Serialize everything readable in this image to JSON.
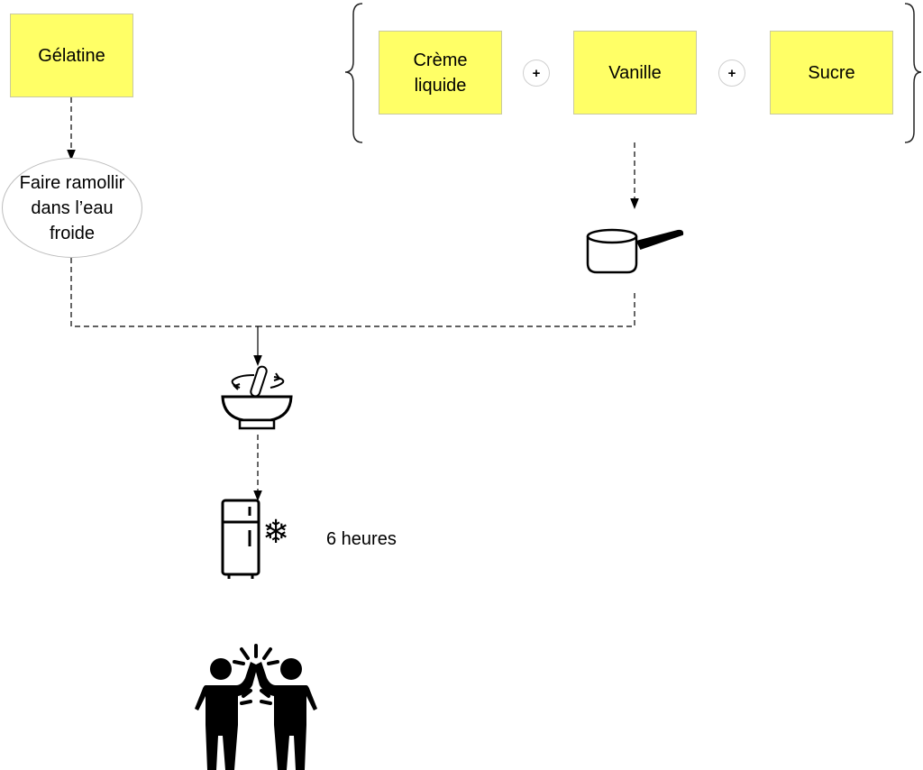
{
  "nodes": {
    "gelatine": "Gélatine",
    "ramollir": "Faire ramollir dans l’eau froide",
    "creme": "Crème liquide",
    "vanille": "Vanille",
    "sucre": "Sucre",
    "plus_symbol": "+"
  },
  "duration_label": "6 heures",
  "colors": {
    "sticky_note": "#ffff66",
    "line": "#000000"
  },
  "icons": [
    "saucepan-icon",
    "mixing-bowl-icon",
    "fridge-icon",
    "snowflake-icon",
    "high-five-icon"
  ]
}
